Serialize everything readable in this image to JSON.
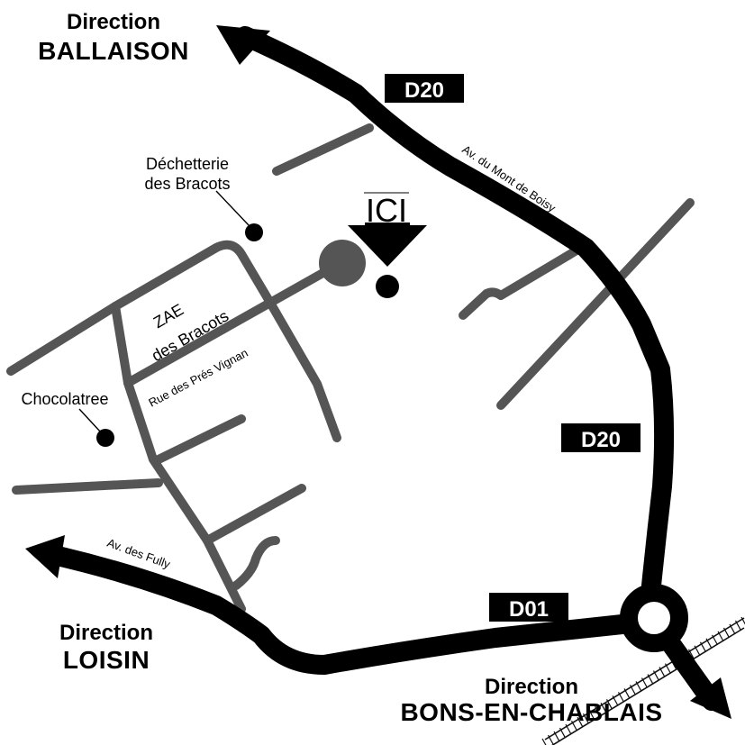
{
  "directions": {
    "ballaison": {
      "word": "Direction",
      "place": "BALLAISON"
    },
    "loisin": {
      "word": "Direction",
      "place": "LOISIN"
    },
    "bons": {
      "word": "Direction",
      "place": "BONS-EN-CHABLAIS"
    }
  },
  "road_badges": {
    "d20_top": "D20",
    "d20_right": "D20",
    "d01": "D01"
  },
  "streets": {
    "mont_de_boisy": "Av. du Mont de Boisy",
    "fully": "Av. des Fully",
    "pres_vignan": "Rue des Prés Vignan"
  },
  "zae": {
    "line1": "ZAE",
    "line2": "des Bracots"
  },
  "pois": {
    "dechetterie": {
      "line1": "Déchetterie",
      "line2": "des Bracots"
    },
    "chocolatree": "Chocolatree"
  },
  "marker": {
    "label": "ICI"
  }
}
